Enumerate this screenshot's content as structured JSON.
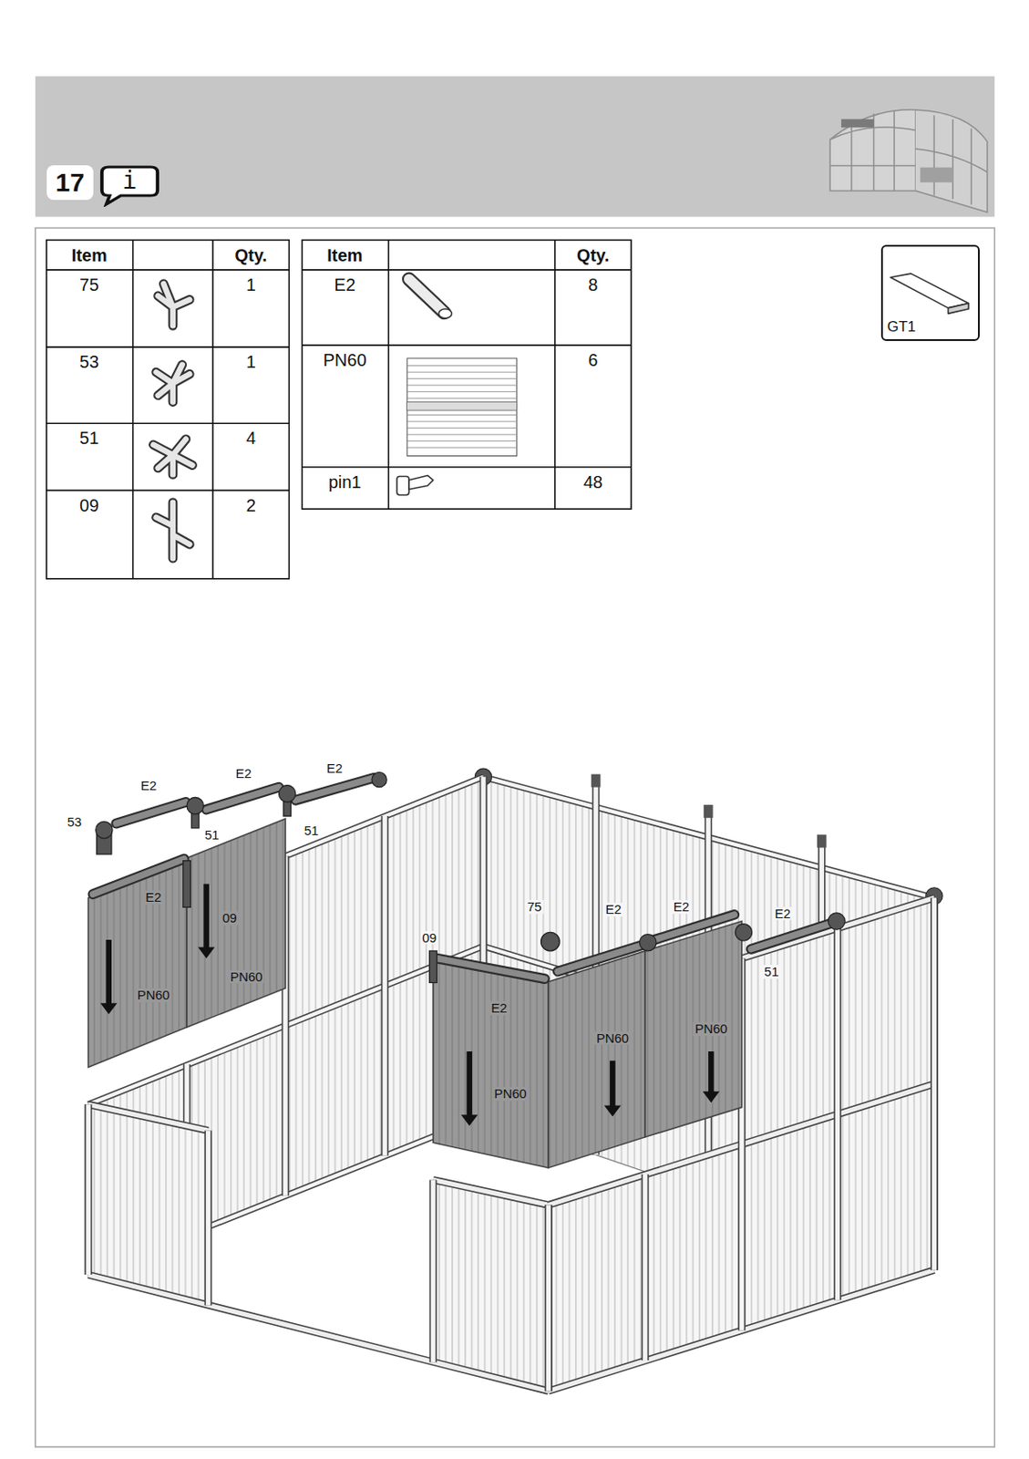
{
  "diagram": {
    "nodes": [
      {
        "text": [
          "17"
        ]
      },
      {
        "text": [
          "i"
        ]
      },
      {
        "text": [
          "GT1"
        ]
      }
    ],
    "labels": [
      "Item",
      "Qty.",
      "75",
      "1",
      "53",
      "1",
      "51",
      "4",
      "09",
      "2",
      "Item",
      "Qty.",
      "E2",
      "8",
      "PN60",
      "6",
      "pin1",
      "48",
      "E2",
      "E2",
      "E2",
      "53",
      "51",
      "51",
      "E2",
      "09",
      "PN60",
      "PN60",
      "09",
      "75",
      "E2",
      "E2",
      "E2",
      "51",
      "E2",
      "PN60",
      "PN60",
      "PN60"
    ]
  }
}
